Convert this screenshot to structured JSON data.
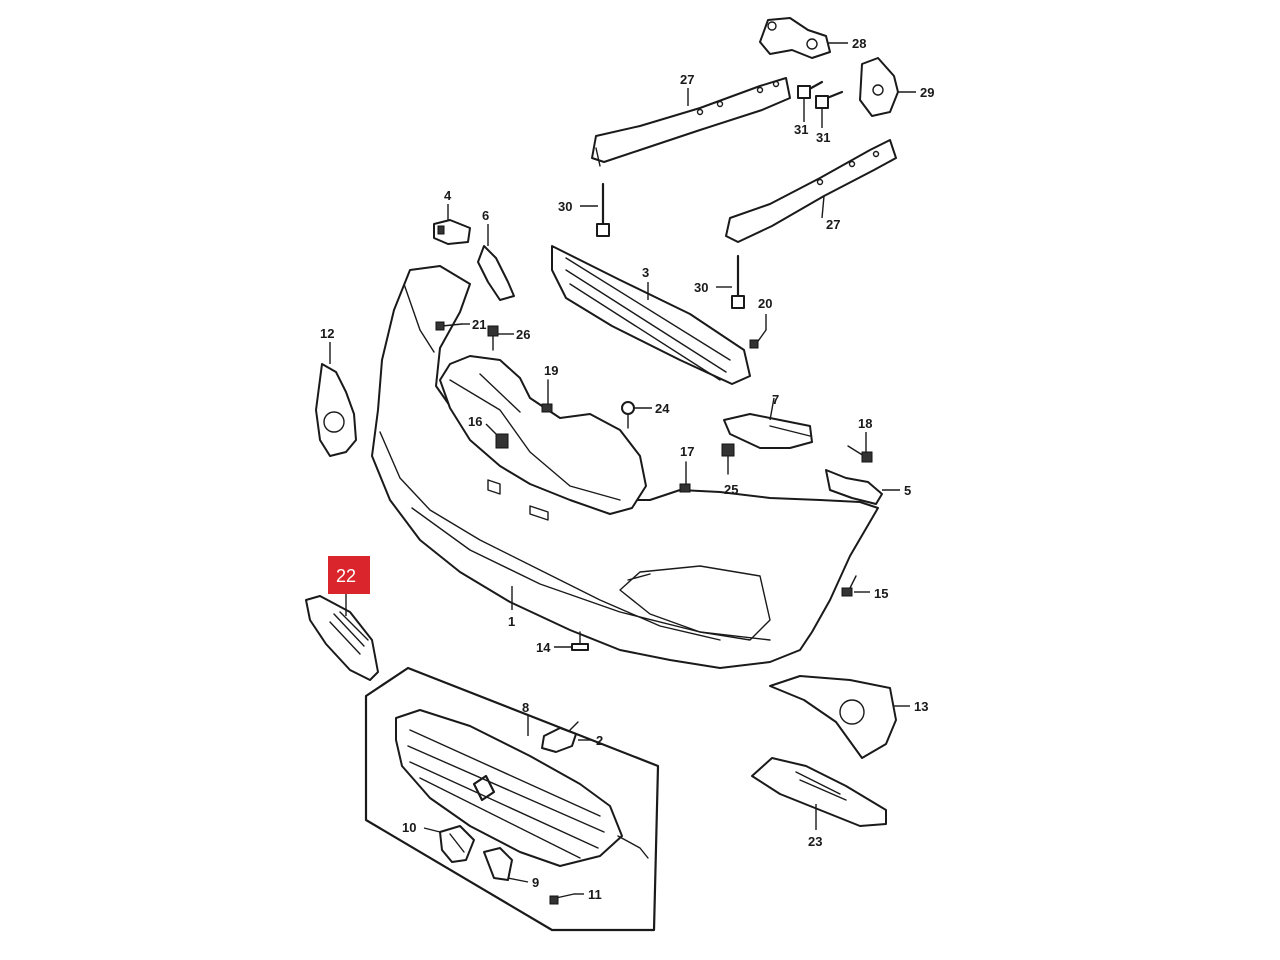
{
  "highlighted_part": {
    "label": "22",
    "color": "#d9252b"
  },
  "callouts": {
    "c1": "1",
    "c2": "2",
    "c3": "3",
    "c4": "4",
    "c5": "5",
    "c6": "6",
    "c7": "7",
    "c8": "8",
    "c9": "9",
    "c10": "10",
    "c11": "11",
    "c12": "12",
    "c13": "13",
    "c14": "14",
    "c15": "15",
    "c16": "16",
    "c17": "17",
    "c18": "18",
    "c19": "19",
    "c20": "20",
    "c21": "21",
    "c23": "23",
    "c24": "24",
    "c25": "25",
    "c26": "26",
    "c27a": "27",
    "c27b": "27",
    "c28": "28",
    "c29": "29",
    "c30a": "30",
    "c30b": "30",
    "c31a": "31",
    "c31b": "31"
  }
}
